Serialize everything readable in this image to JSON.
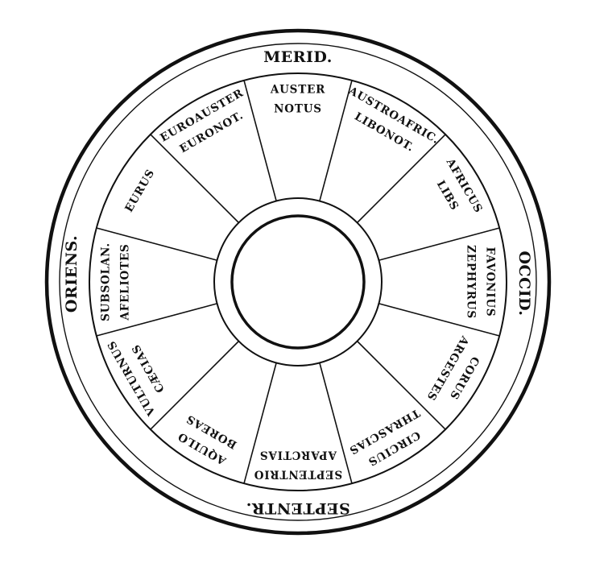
{
  "cardinals": {
    "south": "MERID.",
    "west": "OCCID.",
    "north": "SEPTENTR.",
    "east": "ORIENS."
  },
  "winds": [
    {
      "line1": "AUSTER",
      "line2": "NOTUS"
    },
    {
      "line1": "AUSTROAFRIC.",
      "line2": "LIBONOT."
    },
    {
      "line1": "AFRICUS",
      "line2": "LIBS"
    },
    {
      "line1": "FAVONIUS",
      "line2": "ZEPHYRUS"
    },
    {
      "line1": "CORUS",
      "line2": "ARGESTES"
    },
    {
      "line1": "CIRCIUS",
      "line2": "THRASCIAS"
    },
    {
      "line1": "SEPTENTRIO",
      "line2": "APARCTIAS"
    },
    {
      "line1": "AQUILO",
      "line2": "BOREAS"
    },
    {
      "line1": "VULTURNUS",
      "line2": "CÆCIAS"
    },
    {
      "line1": "SUBSOLAN.",
      "line2": "AFELIOTES"
    },
    {
      "line1": "EURUS",
      "line2": ""
    },
    {
      "line1": "EUROAUSTER",
      "line2": "EURONOT."
    }
  ]
}
